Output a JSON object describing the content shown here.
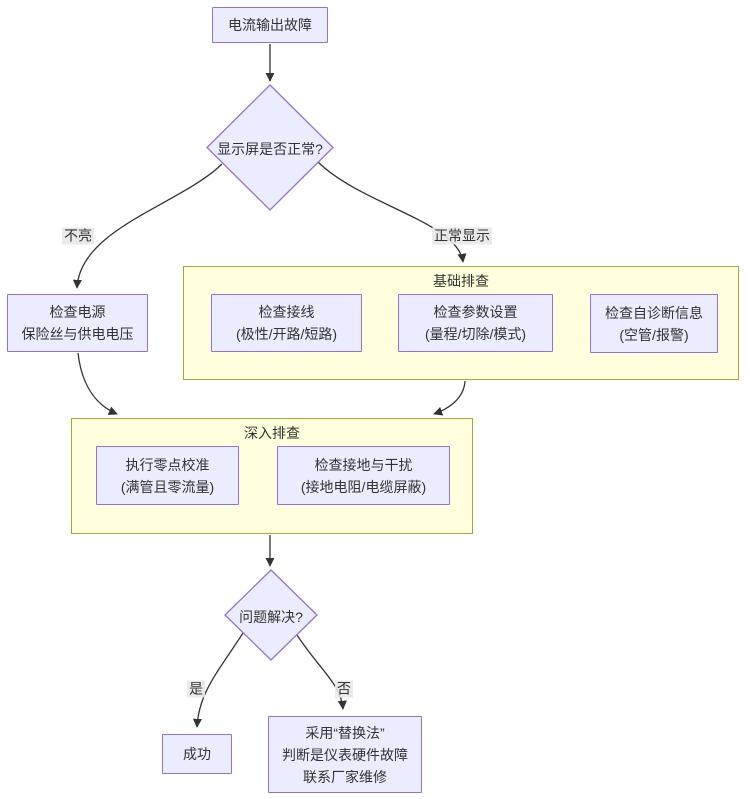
{
  "diagram": {
    "type": "flowchart",
    "direction": "top-down",
    "colors": {
      "node_fill": "#ECECFF",
      "node_border": "#9370DB",
      "subgraph_fill": "#FFFFDE",
      "subgraph_border": "#AAAA33",
      "edge": "#333333",
      "text": "#333333",
      "edge_label_bg": "#E8E8E8",
      "background": "#FFFFFF"
    },
    "nodes": {
      "fault": {
        "label": "电流输出故障"
      },
      "display_ok": {
        "label": "显示屏是否正常?"
      },
      "check_power": {
        "lines": [
          "检查电源",
          "保险丝与供电电压"
        ]
      },
      "check_wiring": {
        "lines": [
          "检查接线",
          "(极性/开路/短路)"
        ]
      },
      "check_params": {
        "lines": [
          "检查参数设置",
          "(量程/切除/模式)"
        ]
      },
      "check_diag": {
        "lines": [
          "检查自诊断信息",
          "(空管/报警)"
        ]
      },
      "zero_cal": {
        "lines": [
          "执行零点校准",
          "(满管且零流量)"
        ]
      },
      "check_ground": {
        "lines": [
          "检查接地与干扰",
          "(接地电阻/电缆屏蔽)"
        ]
      },
      "solved": {
        "label": "问题解决?"
      },
      "success": {
        "label": "成功"
      },
      "replace": {
        "lines": [
          "采用“替换法”",
          "判断是仪表硬件故障",
          "联系厂家维修"
        ]
      }
    },
    "subgraphs": {
      "basic": {
        "title": "基础排查"
      },
      "deep": {
        "title": "深入排查"
      }
    },
    "edge_labels": {
      "not_lit": "不亮",
      "normal_display": "正常显示",
      "yes": "是",
      "no": "否"
    }
  }
}
